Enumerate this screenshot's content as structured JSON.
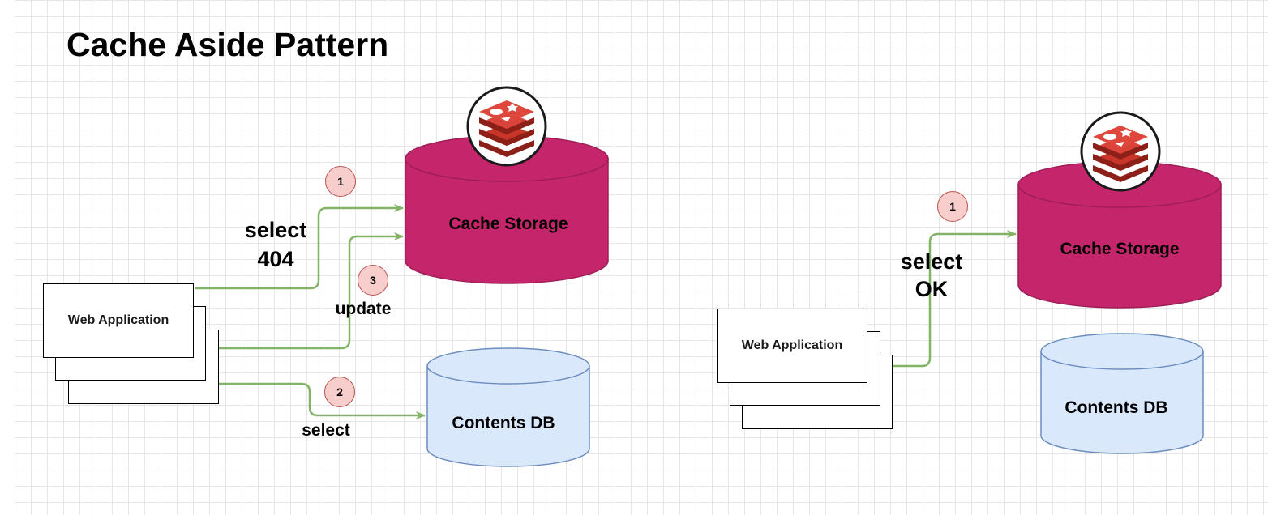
{
  "title": "Cache Aside Pattern",
  "left": {
    "web_app_label": "Web Application",
    "cache_label": "Cache Storage",
    "db_label": "Contents DB",
    "edges": {
      "select_404": "select\n404",
      "update": "update",
      "select": "select"
    },
    "steps": [
      "1",
      "2",
      "3"
    ]
  },
  "right": {
    "web_app_label": "Web Application",
    "cache_label": "Cache Storage",
    "db_label": "Contents DB",
    "edges": {
      "select_ok": "select\nOK"
    },
    "steps": [
      "1"
    ]
  },
  "colors": {
    "cache_fill": "#c5266b",
    "cache_stroke": "#9e1d56",
    "db_fill": "#dae8fc",
    "db_stroke": "#6c8ebf",
    "arrow": "#82b366",
    "badge_fill": "#f8cecc",
    "badge_stroke": "#b85450",
    "redis_red": "#c8362a"
  }
}
